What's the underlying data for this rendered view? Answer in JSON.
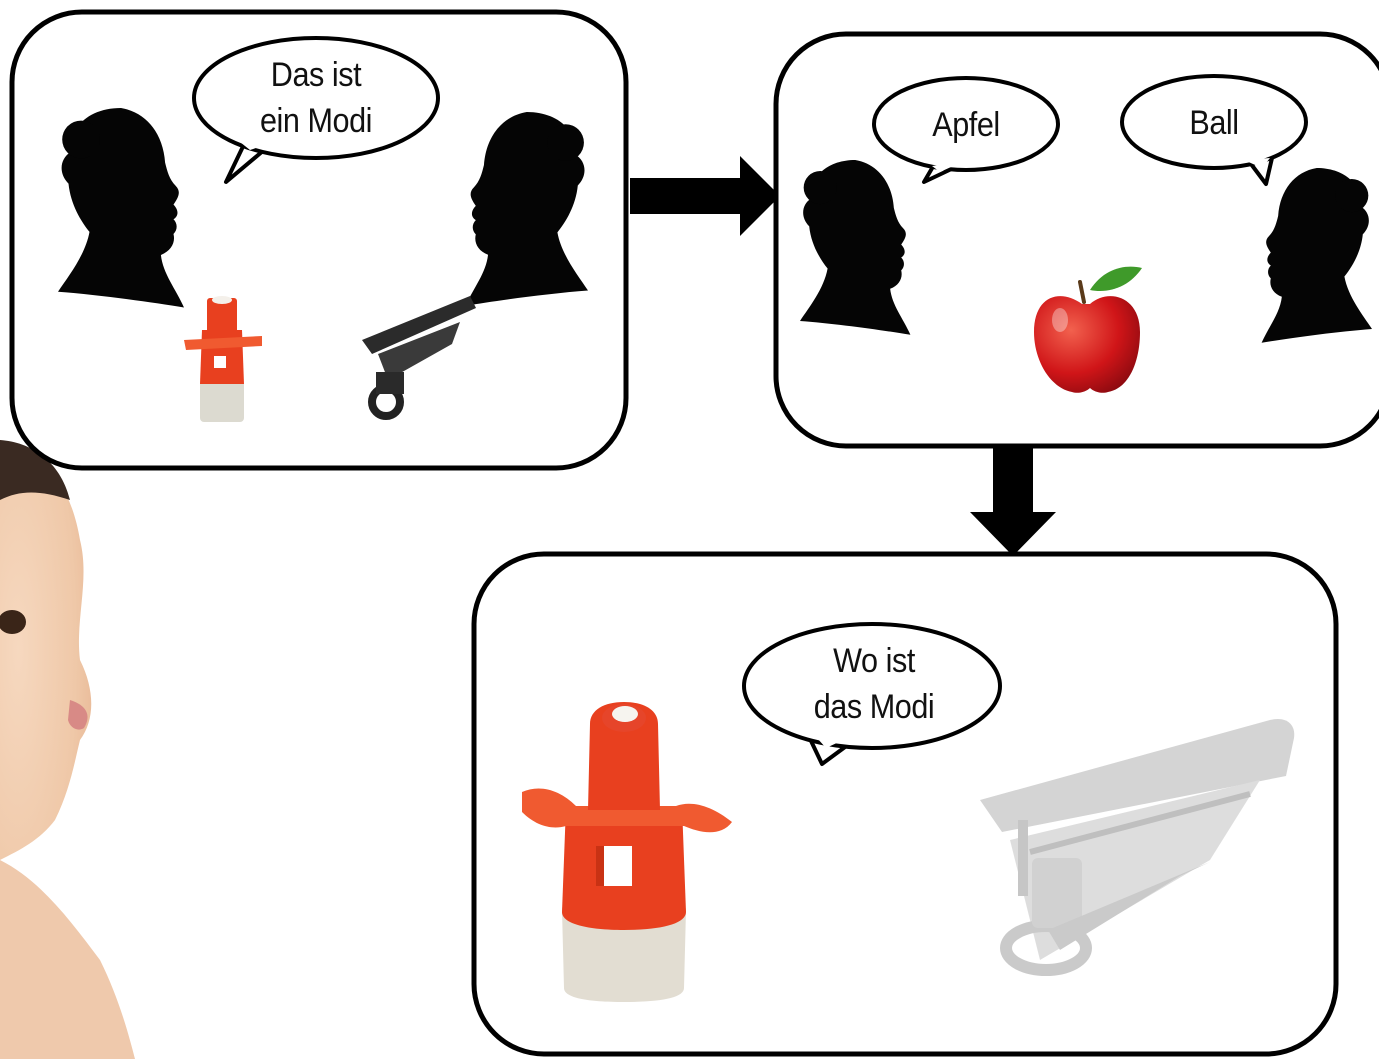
{
  "panels": {
    "introduction": {
      "bubble_lines": [
        "Das ist",
        "ein Modi"
      ]
    },
    "distractors": {
      "bubble_left": "Apfel",
      "bubble_right": "Ball"
    },
    "test": {
      "bubble_lines": [
        "Wo ist",
        "das Modi"
      ]
    }
  },
  "objects": {
    "novel_object_a": "red plastic tool",
    "novel_object_b": "black lever tool",
    "familiar_object": "apple"
  },
  "colors": {
    "panel_border": "#000000",
    "silhouette": "#050505",
    "red_object": "#e8401f",
    "apple_red": "#d01518",
    "leaf_green": "#3f9a2a",
    "grey_object": "#d2d2d2",
    "skin": "#efc9ac"
  },
  "icons": {
    "flow": "thick-arrow-icon",
    "speaker": "woman-silhouette-icon"
  }
}
